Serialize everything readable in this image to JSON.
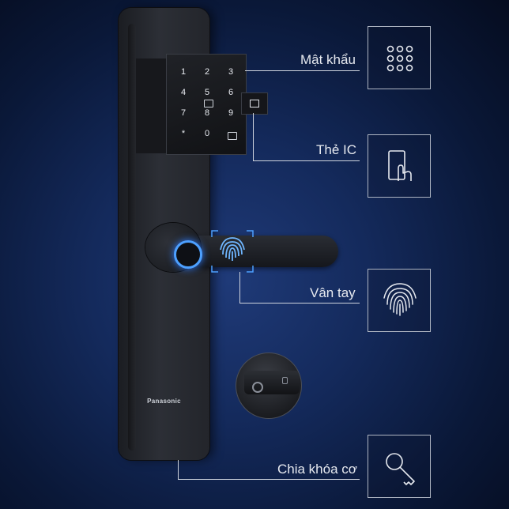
{
  "brand": "Panasonic",
  "keypad": {
    "keys": [
      "1",
      "2",
      "3",
      "4",
      "5",
      "6",
      "7",
      "8",
      "9",
      "*",
      "0"
    ]
  },
  "features": [
    {
      "label": "Mật khẩu",
      "icon": "keypad-grid-icon"
    },
    {
      "label": "Thẻ IC",
      "icon": "card-tap-icon"
    },
    {
      "label": "Vân tay",
      "icon": "fingerprint-icon"
    },
    {
      "label": "Chia khóa cơ",
      "icon": "key-icon"
    }
  ],
  "colors": {
    "accent": "#4da0ff",
    "line": "#cfd4de",
    "background": "#142a5c"
  }
}
